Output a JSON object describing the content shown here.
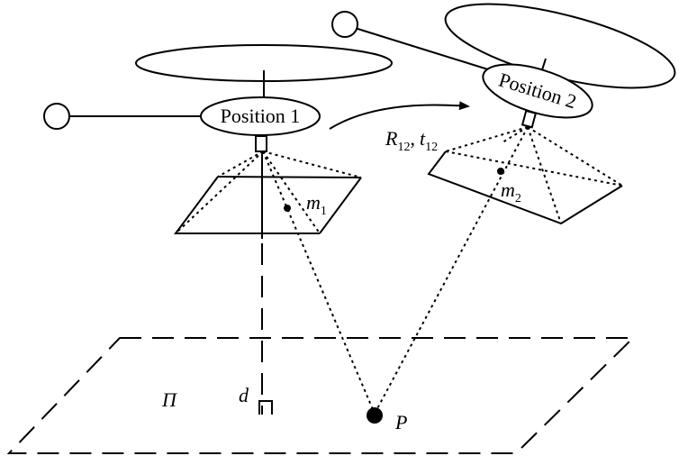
{
  "labels": {
    "position1": "Position 1",
    "position2": "Position 2",
    "rotation_symbol": "R",
    "rotation_sub": "12",
    "separator": ",",
    "translation_symbol": "t",
    "translation_sub": "12",
    "m1_symbol": "m",
    "m1_sub": "1",
    "m2_symbol": "m",
    "m2_sub": "2",
    "plane": "Π",
    "distance": "d",
    "point": "P"
  }
}
